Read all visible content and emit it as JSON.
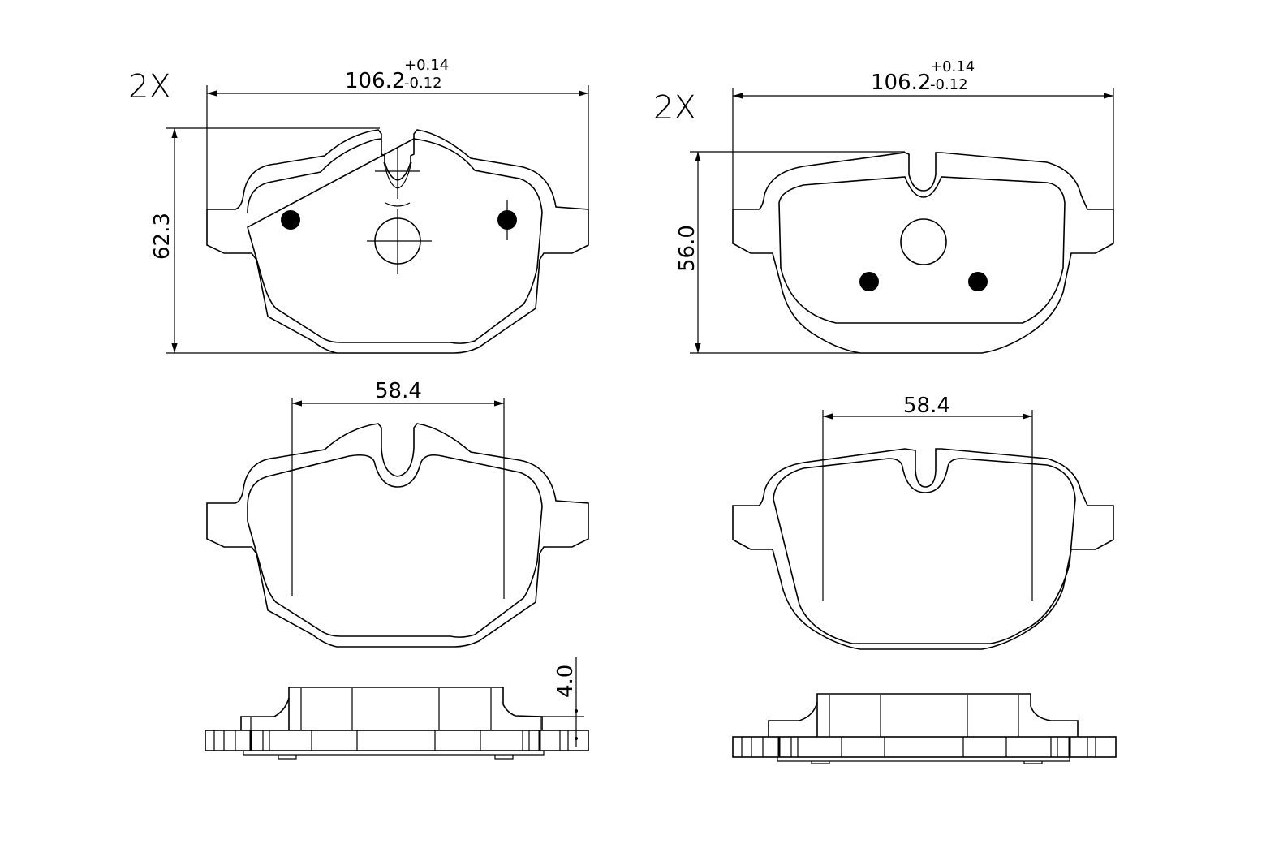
{
  "left_view": {
    "quantity": "2X",
    "width": {
      "nominal": "106.2",
      "upper_tol": "+0.14",
      "lower_tol": "-0.12"
    },
    "height": "62.3",
    "friction_width": "58.4",
    "thickness": "4.0"
  },
  "right_view": {
    "quantity": "2X",
    "width": {
      "nominal": "106.2",
      "upper_tol": "+0.14",
      "lower_tol": "-0.12"
    },
    "height": "56.0",
    "friction_width": "58.4"
  }
}
